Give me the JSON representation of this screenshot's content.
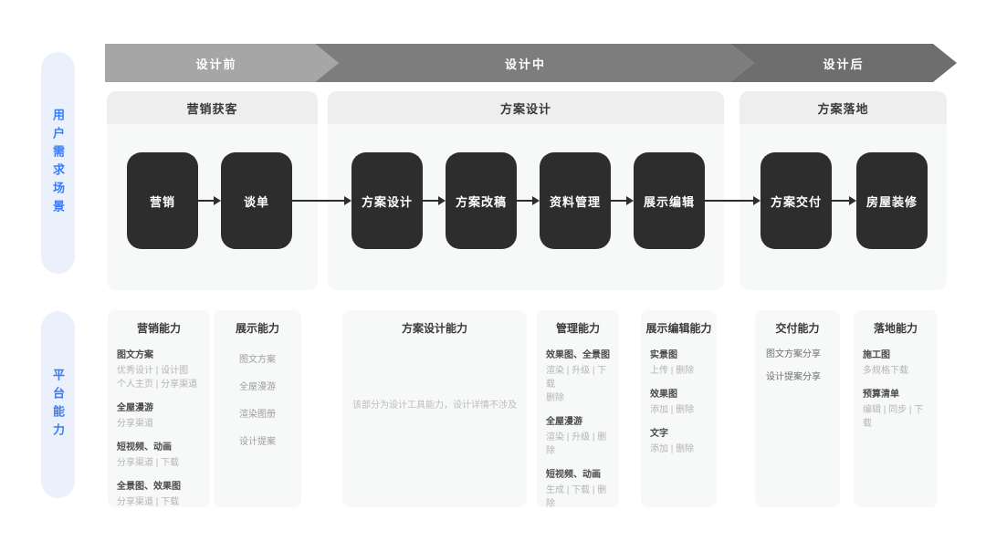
{
  "colors": {
    "accent_blue": "#3a7cf8",
    "pill_bg": "#eaf1fd",
    "phase_1": "#a6a6a6",
    "phase_2": "#7d7d7d",
    "phase_3": "#6e6e6e",
    "step_box": "#2d2d2d",
    "panel_bg": "#f7f8f8",
    "panel_header_bg": "#eeeeee"
  },
  "left_labels": [
    {
      "text": "用户需求场景"
    },
    {
      "text": "平台能力"
    }
  ],
  "phases": [
    {
      "label": "设计前"
    },
    {
      "label": "设计中"
    },
    {
      "label": "设计后"
    }
  ],
  "scenarios": [
    {
      "title": "营销获客",
      "steps": [
        "营销",
        "谈单"
      ]
    },
    {
      "title": "方案设计",
      "steps": [
        "方案设计",
        "方案改稿",
        "资料管理",
        "展示编辑"
      ]
    },
    {
      "title": "方案落地",
      "steps": [
        "方案交付",
        "房屋装修"
      ]
    }
  ],
  "capabilities": [
    {
      "title": "营销能力",
      "groups": [
        {
          "name": "图文方案",
          "items": [
            "优秀设计 | 设计图",
            "个人主页 | 分享渠道"
          ]
        },
        {
          "name": "全屋漫游",
          "items": [
            "分享渠道"
          ]
        },
        {
          "name": "短视频、动画",
          "items": [
            "分享渠道 | 下载"
          ]
        },
        {
          "name": "全景图、效果图",
          "items": [
            "分享渠道 | 下载"
          ]
        }
      ]
    },
    {
      "title": "展示能力",
      "list": [
        "图文方案",
        "全屋漫游",
        "渲染图册",
        "设计提案"
      ]
    },
    {
      "title": "方案设计能力",
      "note": "该部分为设计工具能力，设计详情不涉及"
    },
    {
      "title": "管理能力",
      "groups": [
        {
          "name": "效果图、全景图",
          "items": [
            "渲染 | 升级 | 下载",
            "删除"
          ]
        },
        {
          "name": "全屋漫游",
          "items": [
            "渲染 | 升级 | 删除"
          ]
        },
        {
          "name": "短视频、动画",
          "items": [
            "生成 | 下载 | 删除"
          ]
        }
      ]
    },
    {
      "title": "展示编辑能力",
      "groups": [
        {
          "name": "实景图",
          "items": [
            "上传 | 删除"
          ]
        },
        {
          "name": "效果图",
          "items": [
            "添加 | 删除"
          ]
        },
        {
          "name": "文字",
          "items": [
            "添加 | 删除"
          ]
        }
      ]
    },
    {
      "title": "交付能力",
      "list": [
        "图文方案分享",
        "设计提案分享"
      ]
    },
    {
      "title": "落地能力",
      "groups": [
        {
          "name": "施工图",
          "items": [
            "多规格下载"
          ]
        },
        {
          "name": "预算清单",
          "items": [
            "编辑 | 同步 | 下载"
          ]
        }
      ]
    }
  ]
}
